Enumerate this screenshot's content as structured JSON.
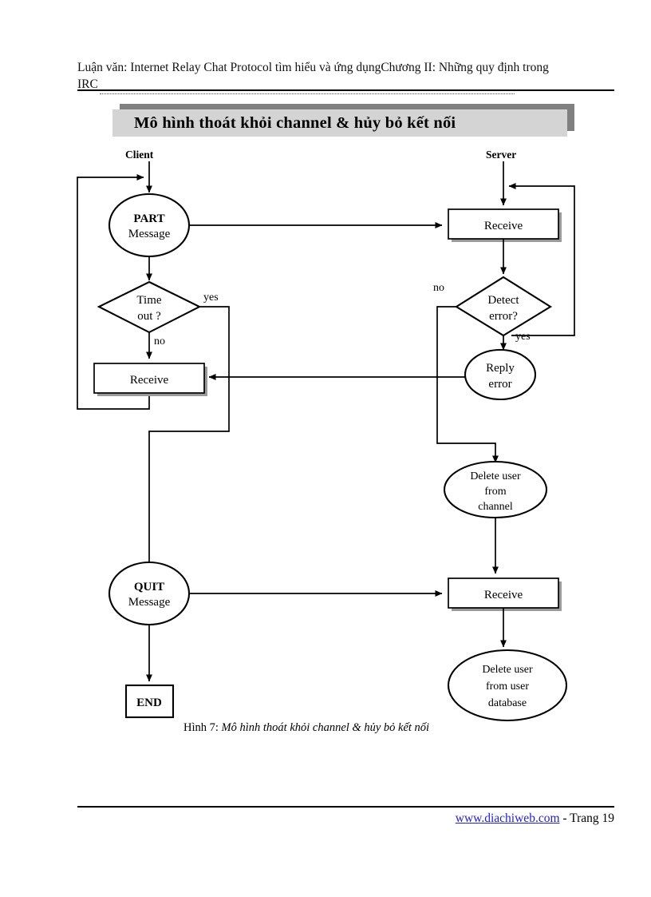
{
  "document": {
    "header_line1": "Luận văn: Internet Relay Chat Protocol tìm hiểu và ứng dụngChương II: Những quy định trong",
    "header_line2": "IRC",
    "banner_title": "Mô hình thoát khỏi channel & hủy bỏ kết nối",
    "caption_prefix": "Hình 7: ",
    "caption_emphasis": "Mô hình thoát khỏi channel & hủy bỏ kết nối",
    "footer_link": "www.diachiweb.com",
    "footer_page": " - Trang 19"
  },
  "lanes": {
    "client": "Client",
    "server": "Server"
  },
  "colors": {
    "banner_fill": "#d4d4d4",
    "banner_shadow": "#808080",
    "shape_stroke": "#000000",
    "shape_fill": "#ffffff",
    "link": "#2222cc"
  },
  "flowchart": {
    "type": "flowchart",
    "nodes": [
      {
        "id": "part",
        "shape": "ellipse",
        "lane": "client",
        "lines": [
          "PART",
          "Message"
        ],
        "bold_first": true
      },
      {
        "id": "timeout",
        "shape": "diamond",
        "lane": "client",
        "lines": [
          "Time",
          "out ?"
        ],
        "bold_first": false
      },
      {
        "id": "client-receive",
        "shape": "box",
        "lane": "client",
        "lines": [
          "Receive"
        ],
        "bold_first": false
      },
      {
        "id": "quit",
        "shape": "ellipse",
        "lane": "client",
        "lines": [
          "QUIT",
          "Message"
        ],
        "bold_first": true
      },
      {
        "id": "end",
        "shape": "box",
        "lane": "client",
        "lines": [
          "END"
        ],
        "bold_first": true
      },
      {
        "id": "server-receive-1",
        "shape": "box",
        "lane": "server",
        "lines": [
          "Receive"
        ],
        "bold_first": false
      },
      {
        "id": "detect-error",
        "shape": "diamond",
        "lane": "server",
        "lines": [
          "Detect",
          "error?"
        ],
        "bold_first": false
      },
      {
        "id": "reply-error",
        "shape": "ellipse",
        "lane": "server",
        "lines": [
          "Reply",
          "error"
        ],
        "bold_first": false
      },
      {
        "id": "delete-channel",
        "shape": "ellipse",
        "lane": "server",
        "lines": [
          "Delete user",
          "from",
          "channel"
        ],
        "bold_first": false
      },
      {
        "id": "server-receive-2",
        "shape": "box",
        "lane": "server",
        "lines": [
          "Receive"
        ],
        "bold_first": false
      },
      {
        "id": "delete-database",
        "shape": "ellipse",
        "lane": "server",
        "lines": [
          "Delete user",
          "from user",
          "database"
        ],
        "bold_first": false
      }
    ],
    "edge_labels": {
      "timeout_yes": "yes",
      "timeout_no": "no",
      "detect_no": "no",
      "detect_yes": "yes"
    },
    "edges": [
      {
        "from": "client-entry",
        "to": "part",
        "label": ""
      },
      {
        "from": "part",
        "to": "server-receive-1",
        "label": ""
      },
      {
        "from": "part",
        "to": "timeout",
        "label": ""
      },
      {
        "from": "timeout",
        "to": "client-receive",
        "label": "no"
      },
      {
        "from": "timeout",
        "to": "quit",
        "label": "yes"
      },
      {
        "from": "client-receive",
        "to": "part",
        "label": ""
      },
      {
        "from": "server-entry",
        "to": "server-receive-1",
        "label": ""
      },
      {
        "from": "server-receive-1",
        "to": "detect-error",
        "label": ""
      },
      {
        "from": "detect-error",
        "to": "reply-error",
        "label": "yes"
      },
      {
        "from": "detect-error",
        "to": "delete-channel",
        "label": "no"
      },
      {
        "from": "reply-error",
        "to": "client-receive",
        "label": ""
      },
      {
        "from": "reply-error",
        "to": "server-receive-1",
        "label": ""
      },
      {
        "from": "delete-channel",
        "to": "server-receive-2",
        "label": ""
      },
      {
        "from": "quit",
        "to": "server-receive-2",
        "label": ""
      },
      {
        "from": "quit",
        "to": "end",
        "label": ""
      },
      {
        "from": "server-receive-2",
        "to": "delete-database",
        "label": ""
      }
    ]
  }
}
